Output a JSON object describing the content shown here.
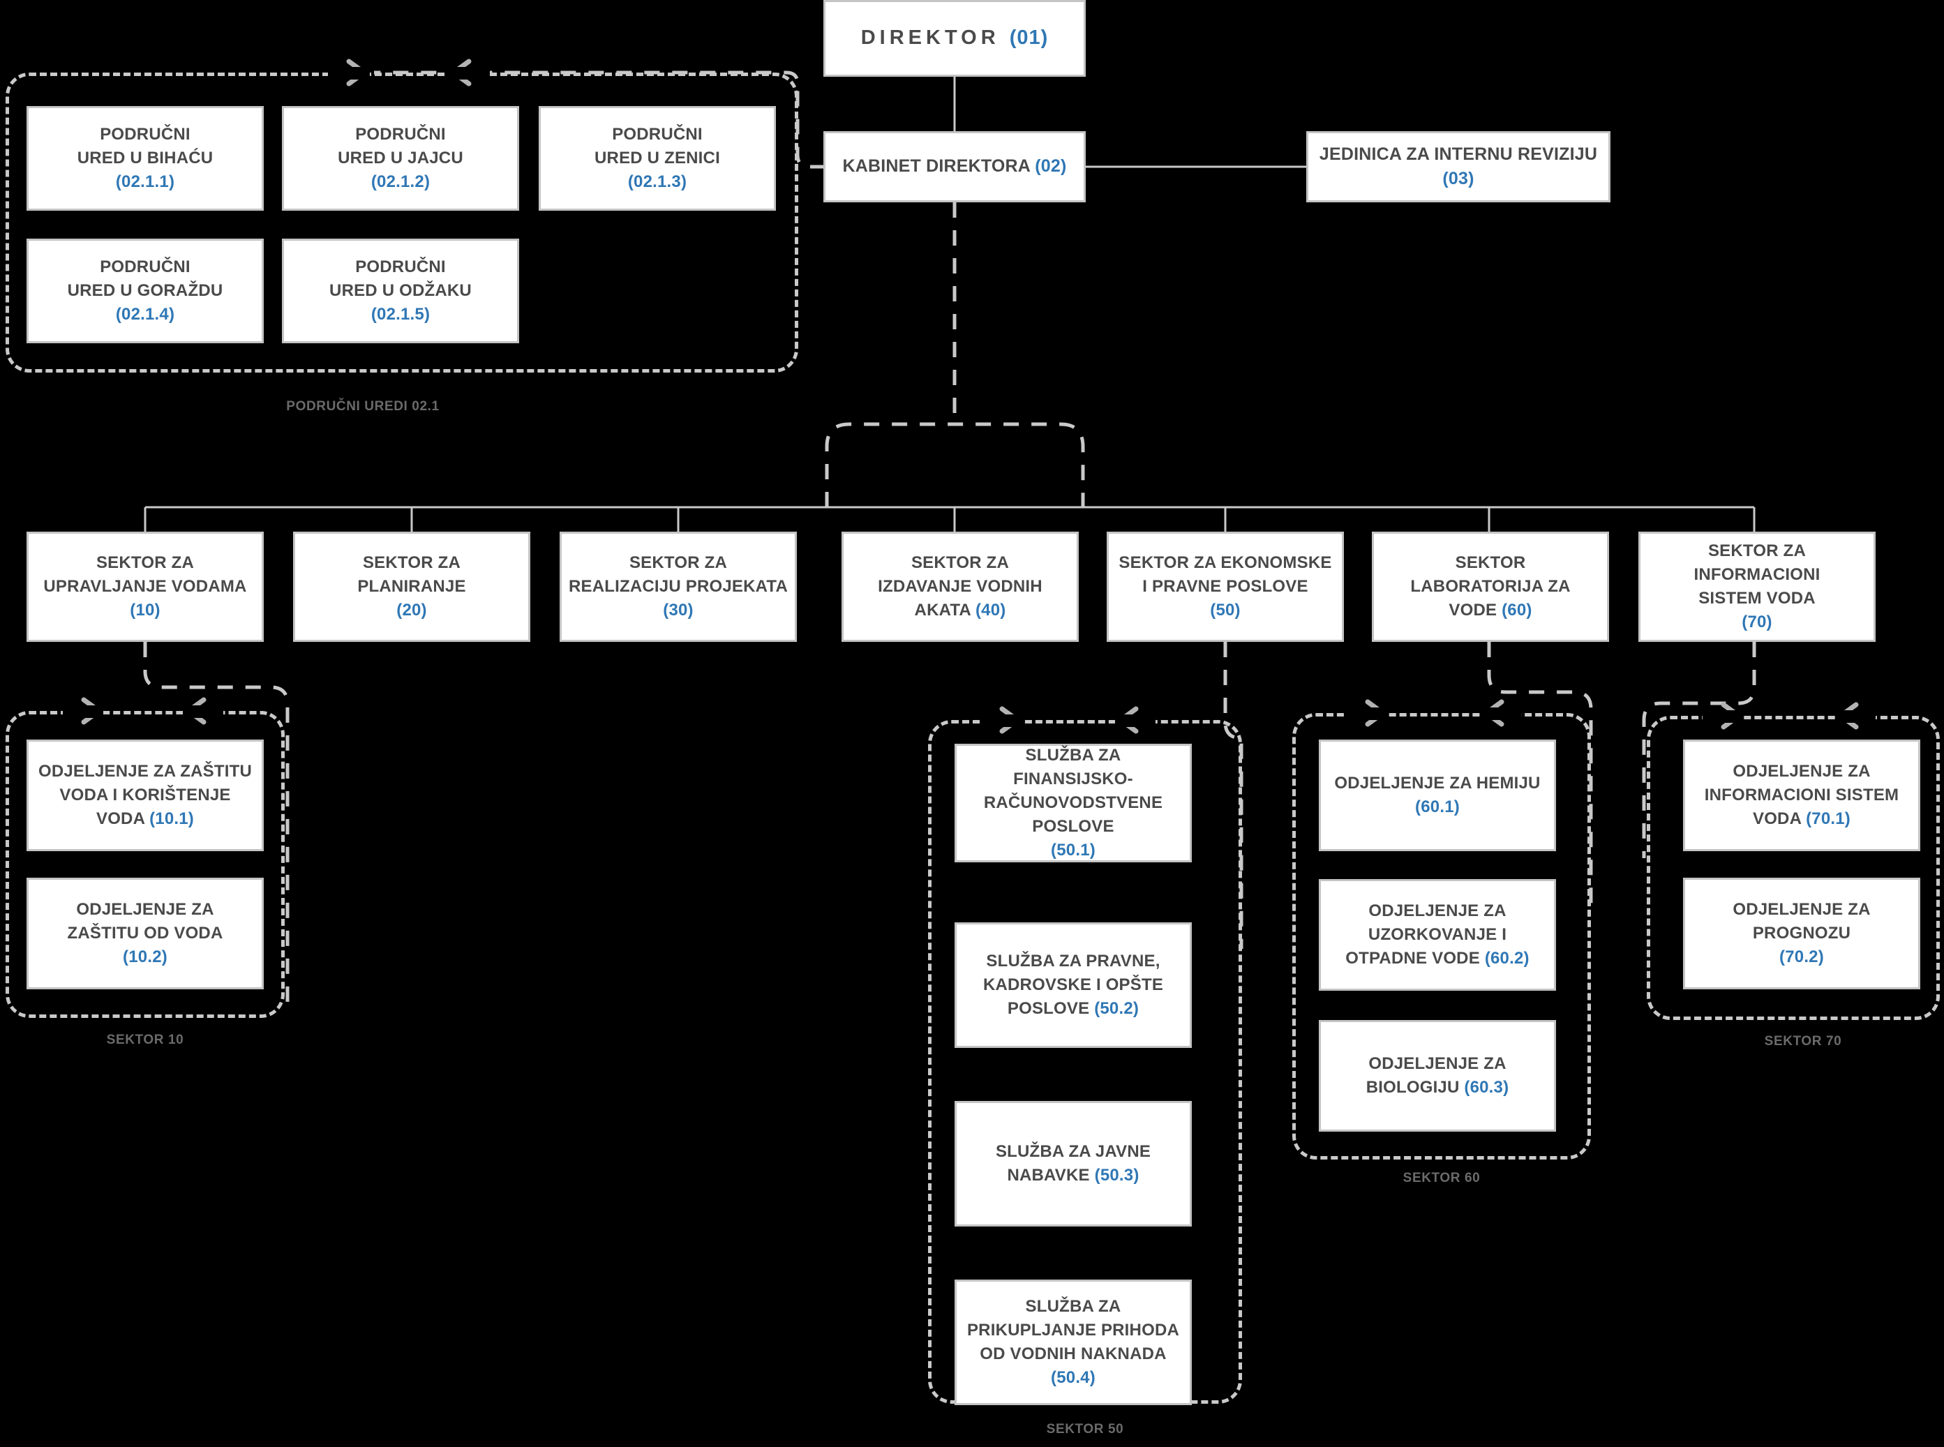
{
  "title": "Organizaciona shema",
  "colors": {
    "box_fill": "#ffffff",
    "box_border": "#c4c4c4",
    "label_text": "#4a4a4a",
    "code_accent": "#2f77b5",
    "connector": "#c9c9c9",
    "group_label": "#6b6b6b",
    "background": "#000000"
  },
  "top": {
    "director": {
      "name": "DIREKTOR",
      "code": "(01)"
    },
    "cabinet": {
      "name": "KABINET DIREKTORA",
      "code": "(02)"
    },
    "audit_unit": {
      "name": "JEDINICA ZA INTERNU REVIZIJU",
      "code": "(03)"
    }
  },
  "regional_offices": {
    "group_label": "PODRUČNI UREDI 02.1",
    "items": [
      {
        "line1": "PODRUČNI",
        "line2": "URED U BIHAĆU",
        "code": "(02.1.1)"
      },
      {
        "line1": "PODRUČNI",
        "line2": "URED U JAJCU",
        "code": "(02.1.2)"
      },
      {
        "line1": "PODRUČNI",
        "line2": "URED U ZENICI",
        "code": "(02.1.3)"
      },
      {
        "line1": "PODRUČNI",
        "line2": "URED U GORAŽDU",
        "code": "(02.1.4)"
      },
      {
        "line1": "PODRUČNI",
        "line2": "URED U ODŽAKU",
        "code": "(02.1.5)"
      }
    ]
  },
  "sectors": [
    {
      "line1": "SEKTOR ZA",
      "line2": "UPRAVLJANJE VODAMA",
      "line3": "",
      "code": "(10)",
      "code_inline": false
    },
    {
      "line1": "SEKTOR ZA",
      "line2": "PLANIRANJE",
      "line3": "",
      "code": "(20)",
      "code_inline": false
    },
    {
      "line1": "SEKTOR ZA",
      "line2": "REALIZACIJU PROJEKATA",
      "line3": "",
      "code": "(30)",
      "code_inline": false
    },
    {
      "line1": "SEKTOR ZA",
      "line2": "IZDAVANJE VODNIH",
      "line3": "AKATA",
      "code": "(40)",
      "code_inline": true
    },
    {
      "line1": "SEKTOR ZA EKONOMSKE",
      "line2": "I PRAVNE POSLOVE",
      "line3": "",
      "code": "(50)",
      "code_inline": false
    },
    {
      "line1": "SEKTOR",
      "line2": "LABORATORIJA ZA",
      "line3": "VODE",
      "code": "(60)",
      "code_inline": true
    },
    {
      "line1": "SEKTOR ZA INFORMACIONI",
      "line2": "SISTEM VODA",
      "line3": "",
      "code": "(70)",
      "code_inline": false
    }
  ],
  "sector_10": {
    "group_label": "SEKTOR 10",
    "items": [
      {
        "line1": "ODJELJENJE ZA ZAŠTITU",
        "line2": "VODA I KORIŠTENJE",
        "line3": "VODA",
        "code": "(10.1)",
        "code_inline": true
      },
      {
        "line1": "ODJELJENJE ZA",
        "line2": "ZAŠTITU OD VODA",
        "line3": "",
        "code": "(10.2)",
        "code_inline": false
      }
    ]
  },
  "sector_50": {
    "group_label": "SEKTOR 50",
    "items": [
      {
        "line1": "SLUŽBA ZA FINANSIJSKO-",
        "line2": "RAČUNOVODSTVENE",
        "line3": "POSLOVE",
        "code": "(50.1)",
        "code_inline": false
      },
      {
        "line1": "SLUŽBA ZA PRAVNE,",
        "line2": "KADROVSKE I OPŠTE",
        "line3": "POSLOVE",
        "code": "(50.2)",
        "code_inline": true
      },
      {
        "line1": "SLUŽBA ZA JAVNE",
        "line2": "NABAVKE",
        "line3": "",
        "code": "(50.3)",
        "code_inline": true
      },
      {
        "line1": "SLUŽBA ZA",
        "line2": "PRIKUPLJANJE PRIHODA",
        "line3": "OD VODNIH NAKNADA",
        "code": "(50.4)",
        "code_inline": false
      }
    ]
  },
  "sector_60": {
    "group_label": "SEKTOR 60",
    "items": [
      {
        "line1": "ODJELJENJE ZA HEMIJU",
        "line2": "",
        "line3": "",
        "code": "(60.1)",
        "code_inline": false
      },
      {
        "line1": "ODJELJENJE ZA",
        "line2": "UZORKOVANJE I",
        "line3": "OTPADNE VODE",
        "code": "(60.2)",
        "code_inline": true
      },
      {
        "line1": "ODJELJENJE ZA",
        "line2": "BIOLOGIJU",
        "line3": "",
        "code": "(60.3)",
        "code_inline": true
      }
    ]
  },
  "sector_70": {
    "group_label": "SEKTOR 70",
    "items": [
      {
        "line1": "ODJELJENJE ZA",
        "line2": "INFORMACIONI SISTEM",
        "line3": "VODA",
        "code": "(70.1)",
        "code_inline": true
      },
      {
        "line1": "ODJELJENJE ZA",
        "line2": "PROGNOZU",
        "line3": "",
        "code": "(70.2)",
        "code_inline": false
      }
    ]
  }
}
